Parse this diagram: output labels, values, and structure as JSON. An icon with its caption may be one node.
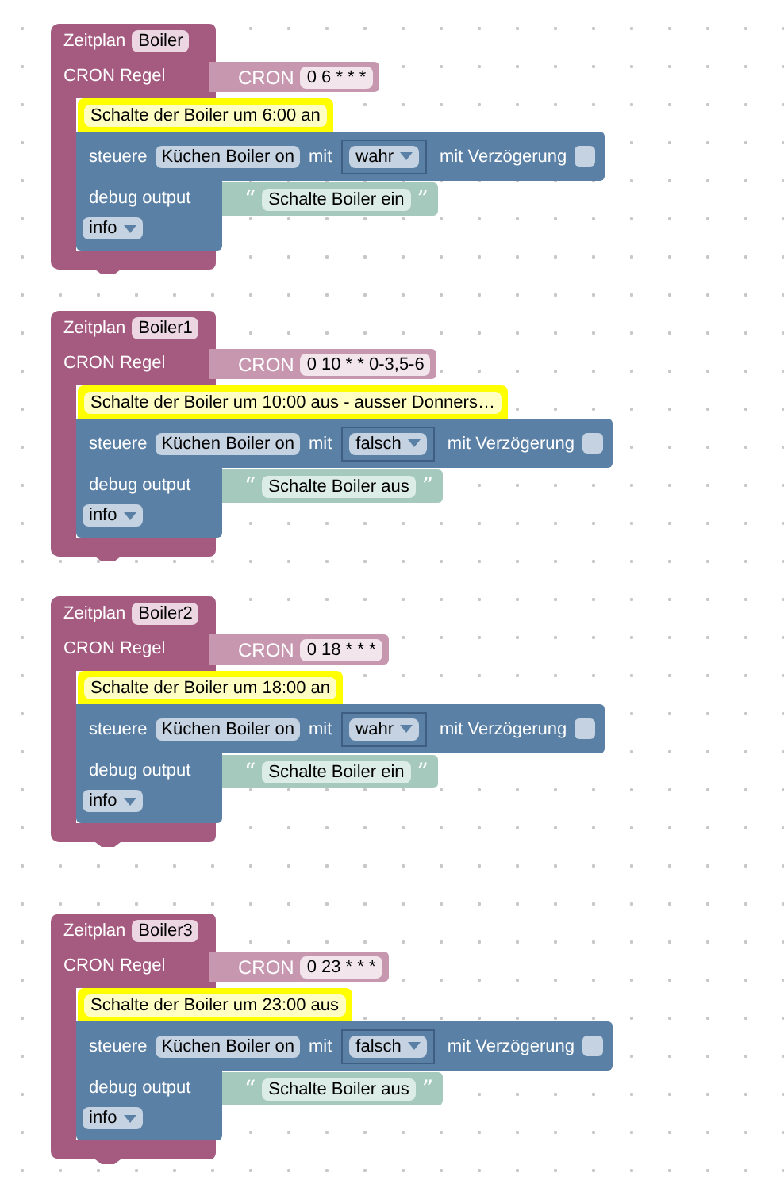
{
  "diagram": {
    "nodes": [
      {
        "text": [
          "Zeitplan",
          "Boiler",
          "CRON Regel"
        ]
      },
      {
        "text": [
          "CRON",
          "0 6 * * *"
        ]
      },
      {
        "text": [
          "Schalte der Boiler um 6:00 an"
        ]
      },
      {
        "text": [
          "steuere",
          "Küchen Boiler on",
          "mit",
          "mit Verzögerung"
        ]
      },
      {
        "text": [
          "wahr"
        ],
        "in": 3
      },
      {
        "text": [
          "debug output",
          "info"
        ]
      },
      {
        "text": [
          "“",
          "Schalte Boiler ein",
          "”"
        ]
      },
      {
        "text": [
          "Zeitplan",
          "Boiler1",
          "CRON Regel"
        ]
      },
      {
        "text": [
          "CRON",
          "0 10 * * 0-3,5-6"
        ]
      },
      {
        "text": [
          "Schalte der Boiler um 10:00 aus - ausser Donners…"
        ]
      },
      {
        "text": [
          "steuere",
          "Küchen Boiler on",
          "mit",
          "mit Verzögerung"
        ]
      },
      {
        "text": [
          "falsch"
        ],
        "in": 10
      },
      {
        "text": [
          "debug output",
          "info"
        ]
      },
      {
        "text": [
          "“",
          "Schalte Boiler aus",
          "”"
        ]
      },
      {
        "text": [
          "Zeitplan",
          "Boiler2",
          "CRON Regel"
        ]
      },
      {
        "text": [
          "CRON",
          "0 18 * * *"
        ]
      },
      {
        "text": [
          "Schalte der Boiler um 18:00 an"
        ]
      },
      {
        "text": [
          "steuere",
          "Küchen Boiler on",
          "mit",
          "mit Verzögerung"
        ]
      },
      {
        "text": [
          "wahr"
        ],
        "in": 17
      },
      {
        "text": [
          "debug output",
          "info"
        ]
      },
      {
        "text": [
          "“",
          "Schalte Boiler ein",
          "”"
        ]
      },
      {
        "text": [
          "Zeitplan",
          "Boiler3",
          "CRON Regel"
        ]
      },
      {
        "text": [
          "CRON",
          "0 23 * * *"
        ]
      },
      {
        "text": [
          "Schalte der Boiler um 23:00 aus"
        ]
      },
      {
        "text": [
          "steuere",
          "Küchen Boiler on",
          "mit",
          "mit Verzögerung"
        ]
      },
      {
        "text": [
          "falsch"
        ],
        "in": 24
      },
      {
        "text": [
          "debug output",
          "info"
        ]
      },
      {
        "text": [
          "“",
          "Schalte Boiler aus",
          "”"
        ]
      }
    ]
  }
}
